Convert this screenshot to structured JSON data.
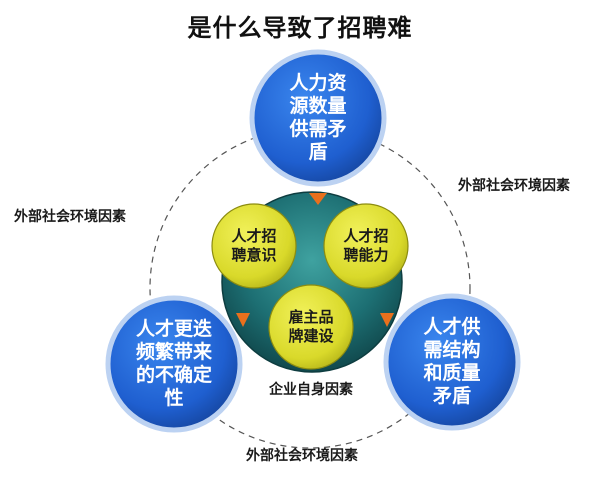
{
  "title": "是什么导致了招聘难",
  "colors": {
    "blue": "#1f5fd0",
    "blue_border": "#bcd2f2",
    "teal": "#1d6f73",
    "yellow": "#d9d92a",
    "arrow": "#e9701d",
    "dashed_line": "#555555"
  },
  "blue_circles": {
    "top": "人力资\n源数量\n供需矛\n盾",
    "left": "人才更迭\n频繁带来\n的不确定\n性",
    "right": "人才供\n需结构\n和质量\n矛盾"
  },
  "yellow_circles": {
    "left": "人才招\n聘意识",
    "right": "人才招\n聘能力",
    "bottom": "雇主品\n牌建设"
  },
  "labels": {
    "external_left": "外部社会环境因素",
    "external_right": "外部社会环境因素",
    "external_bottom": "外部社会环境因素",
    "internal": "企业自身因素"
  }
}
